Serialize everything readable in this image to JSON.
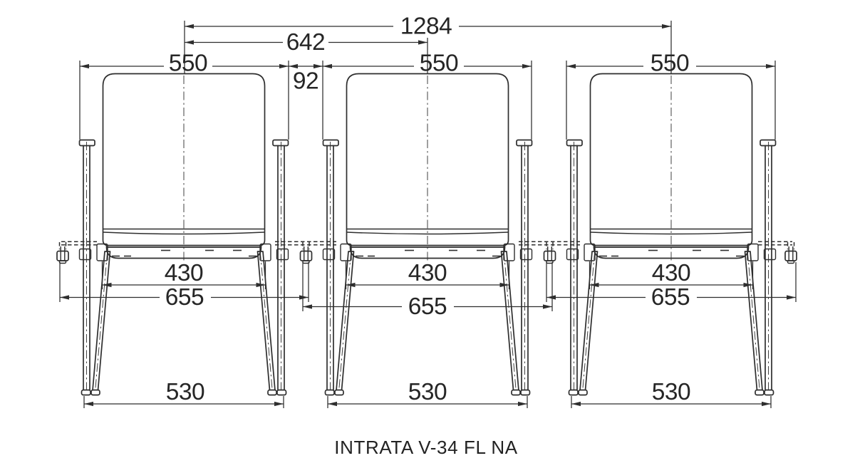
{
  "product": {
    "caption": "INTRATA V-34 FL NA"
  },
  "dimensions_mm": {
    "span_two_pitches": "1284",
    "pitch": "642",
    "chair_width": "550",
    "gap_between_chairs": "92",
    "seat_width": "430",
    "width_with_link": "655",
    "leg_span": "530"
  },
  "drawing": {
    "type": "technical front view, 3 linked chairs",
    "line_color": "#2e2e2e",
    "background": "#ffffff"
  }
}
